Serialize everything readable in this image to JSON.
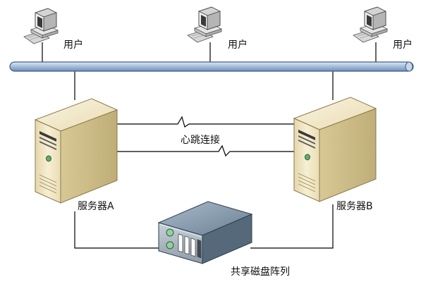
{
  "labels": {
    "user_left": "用户",
    "user_center": "用户",
    "user_right": "用户",
    "heartbeat": "心跳连接",
    "server_a": "服务器A",
    "server_b": "服务器B",
    "storage": "共享磁盘阵列"
  },
  "icons": {
    "workstation": "desktop-computer-icon",
    "server": "tower-server-icon",
    "storage": "disk-array-icon",
    "heartbeat": "lightning-zigzag-link"
  },
  "colors": {
    "bus": "#a9c0dc",
    "server_body": "#efe3bd",
    "storage_body": "#6f8396",
    "line": "#000000"
  }
}
